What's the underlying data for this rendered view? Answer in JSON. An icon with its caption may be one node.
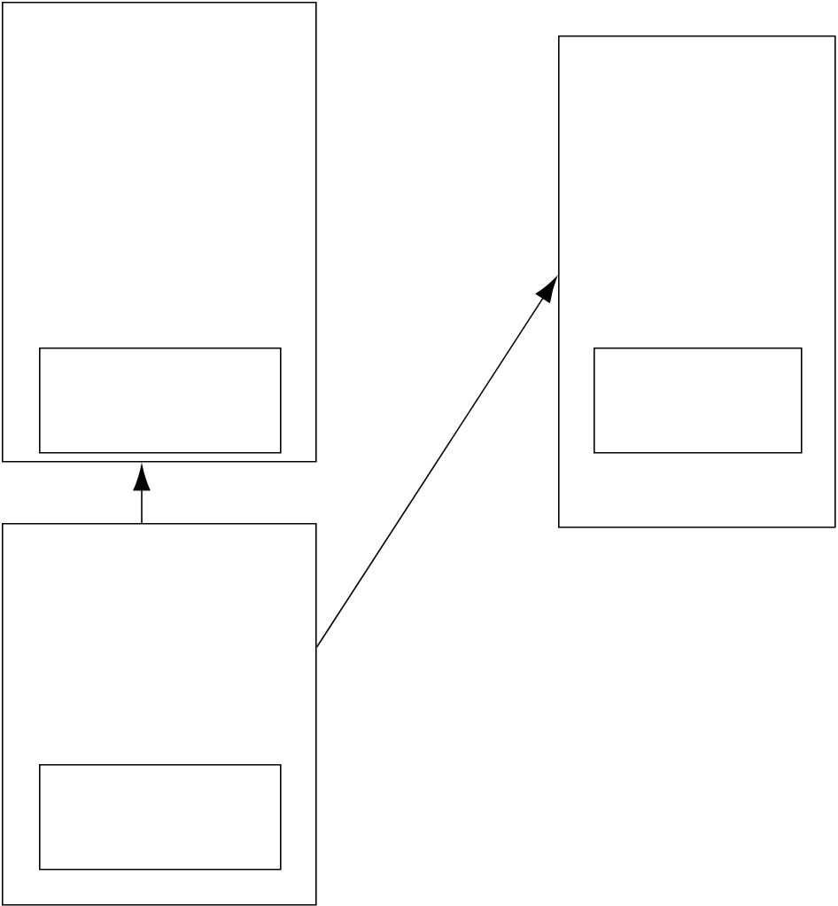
{
  "diagram": {
    "nodes": [
      {
        "text": [],
        "shape": "box"
      },
      {
        "text": [],
        "shape": "box",
        "in": 0
      },
      {
        "text": [],
        "shape": "box"
      },
      {
        "text": [],
        "shape": "box",
        "in": 2
      },
      {
        "text": [],
        "shape": "box"
      },
      {
        "text": [],
        "shape": "box",
        "in": 4
      }
    ],
    "edges": [
      {
        "from": 4,
        "to": 0,
        "arrow": "to"
      },
      {
        "from": 4,
        "to": 2,
        "arrow": "to"
      }
    ]
  }
}
